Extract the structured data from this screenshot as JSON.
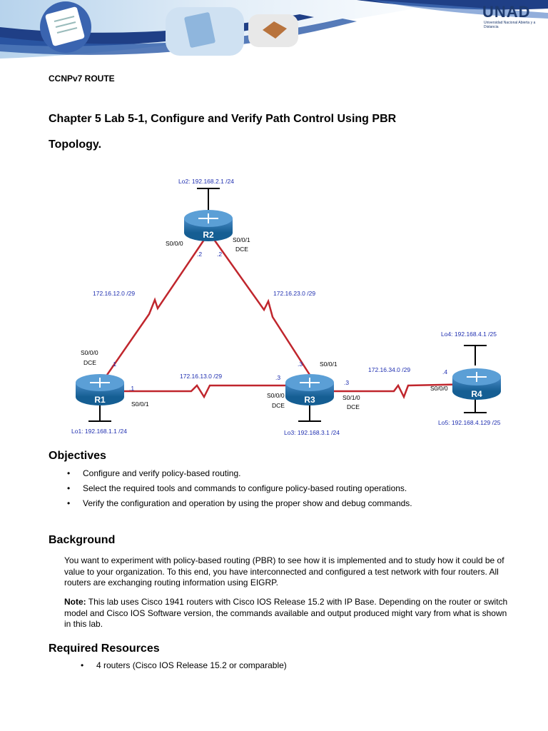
{
  "header": {
    "logo_text": "UNAD",
    "logo_sub": "Universidad Nacional Abierta y a Distancia"
  },
  "course": "CCNPv7 ROUTE",
  "title": "Chapter 5 Lab 5-1, Configure and Verify Path Control Using PBR",
  "topology_heading": "Topology.",
  "topology": {
    "routers": {
      "r1": "R1",
      "r2": "R2",
      "r3": "R3",
      "r4": "R4"
    },
    "labels": {
      "lo2": "Lo2: 192.168.2.1 /24",
      "r2_s000": "S0/0/0",
      "r2_s001": "S0/0/1",
      "r2_dce": "DCE",
      "r2_dot_left": ".2",
      "r2_dot_right": ".2",
      "net_12": "172.16.12.0 /29",
      "net_23": "172.16.23.0 /29",
      "r1_s000": "S0/0/0",
      "r1_dce": "DCE",
      "r1_dot_top": ".1",
      "r1_dot_right": ".1",
      "r1_s001": "S0/0/1",
      "lo1": "Lo1: 192.168.1.1 /24",
      "net_13": "172.16.13.0 /29",
      "r3_dot_top": ".3",
      "r3_s001": "S0/0/1",
      "r3_dot_left": ".3",
      "r3_dot_right": ".3",
      "r3_s000": "S0/0/0",
      "r3_dce_left": "DCE",
      "r3_s010": "S0/1/0",
      "r3_dce_right": "DCE",
      "lo3": "Lo3: 192.168.3.1 /24",
      "net_34": "172.16.34.0 /29",
      "r4_dot": ".4",
      "r4_s000": "S0/0/0",
      "lo4": "Lo4: 192.168.4.1 /25",
      "lo5": "Lo5: 192.168.4.129 /25"
    }
  },
  "objectives": {
    "heading": "Objectives",
    "items": [
      "Configure and verify policy-based routing.",
      "Select the required tools and commands to configure policy-based routing operations.",
      "Verify the configuration and operation by using the proper show and debug commands."
    ]
  },
  "background": {
    "heading": "Background",
    "para1": "You want to experiment with policy-based routing (PBR) to see how it is implemented and to study how it could be of value to your organization. To this end, you have interconnected and configured a test network with four routers. All routers are exchanging routing information using EIGRP.",
    "note_label": "Note:",
    "note_text": " This lab uses Cisco 1941 routers with Cisco IOS Release 15.2 with IP Base. Depending on the router or switch model and Cisco IOS Software version, the commands available and output produced might vary from what is shown in this lab."
  },
  "resources": {
    "heading": "Required Resources",
    "items": [
      "4 routers (Cisco IOS Release 15.2 or comparable)"
    ]
  }
}
